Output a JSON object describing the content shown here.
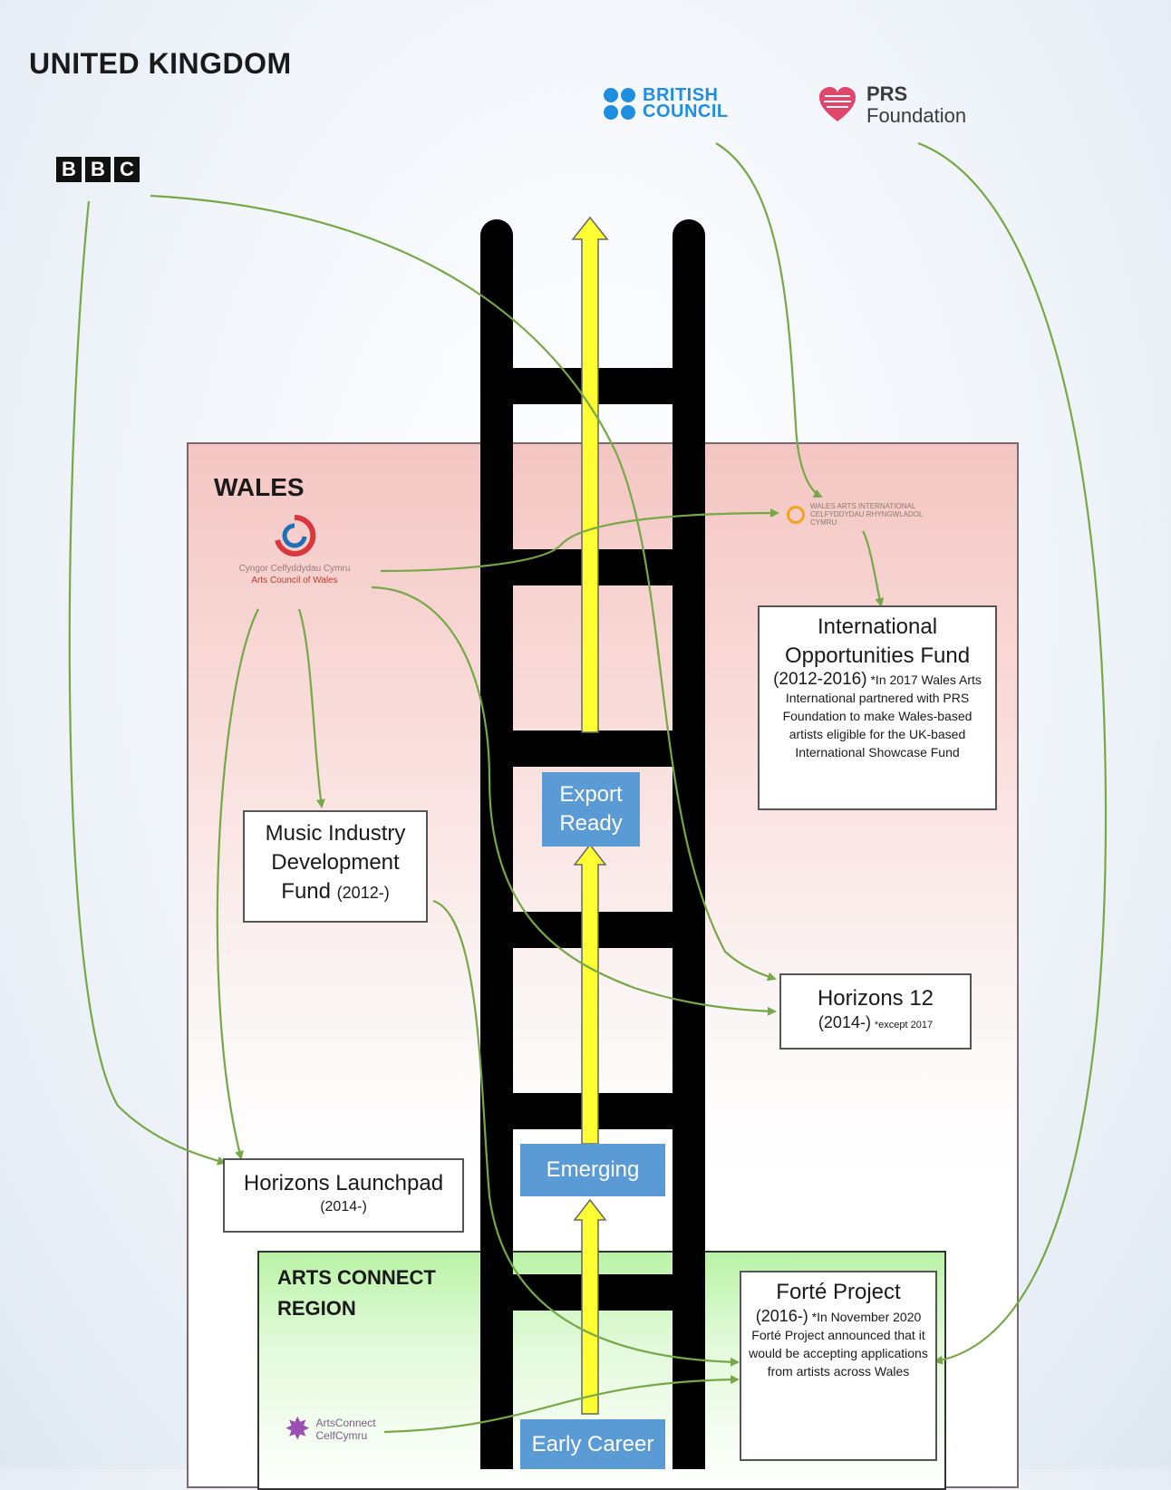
{
  "title": "UNITED KINGDOM",
  "logos": {
    "bbc": [
      "B",
      "B",
      "C"
    ],
    "british_council": [
      "BRITISH",
      "COUNCIL"
    ],
    "prs": [
      "PRS",
      "Foundation"
    ],
    "arts_council_wales": [
      "Cyngor Celfyddydau Cymru",
      "Arts Council of Wales"
    ],
    "wales_arts_international": "WALES ARTS INTERNATIONAL CELFYDDYDAU RHYNGWLADOL CYMRU",
    "arts_connect": [
      "ArtsConnect",
      "CelfCymru"
    ]
  },
  "regions": {
    "wales": "WALES",
    "arts_connect": [
      "ARTS CONNECT",
      "REGION"
    ]
  },
  "boxes": {
    "iof": {
      "title": [
        "International",
        "Opportunities Fund"
      ],
      "years": "(2012-2016)",
      "note": "*In 2017 Wales Arts International partnered with PRS Foundation to make Wales-based artists eligible for the UK-based International Showcase Fund"
    },
    "midf": {
      "title": [
        "Music Industry",
        "Development"
      ],
      "fund": "Fund",
      "years": "(2012-)"
    },
    "h12": {
      "title": "Horizons 12",
      "years": "(2014-)",
      "note": "*except 2017"
    },
    "hl": {
      "title": "Horizons Launchpad",
      "years": "(2014-)"
    },
    "forte": {
      "title": "Forté Project",
      "years": "(2016-)",
      "note": "*In November 2020 Forté Project announced that it would be accepting applications from artists across Wales"
    }
  },
  "stages": {
    "export": [
      "Export",
      "Ready"
    ],
    "emerging": "Emerging",
    "early": "Early Career"
  },
  "colors": {
    "ladder": "#000000",
    "arrow": "#ffff33",
    "stage": "#5b9bd5",
    "connector": "#76a847",
    "wales_bg": "#f4c6c3",
    "arts_connect_bg": "#b9f3a6"
  }
}
